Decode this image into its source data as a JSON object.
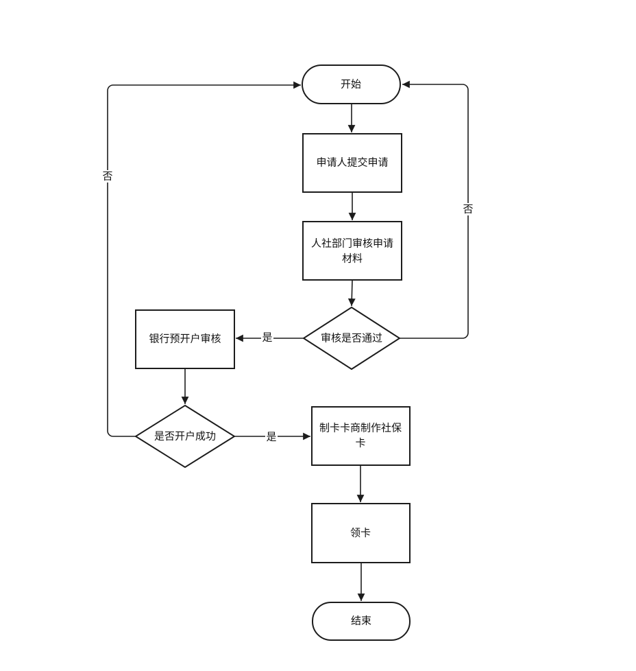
{
  "colors": {
    "bg": "#ffffff",
    "stroke": "#1c1c1c",
    "text": "#111111"
  },
  "diagram_type": "flowchart",
  "nodes": {
    "start": {
      "label": "开始"
    },
    "submit": {
      "label": "申请人提交申请"
    },
    "review": {
      "line1": "人社部门审核申请",
      "line2": "材料"
    },
    "decision_review": {
      "label": "审核是否通过"
    },
    "bank": {
      "label": "银行预开户审核"
    },
    "decision_account": {
      "label": "是否开户成功"
    },
    "make_card": {
      "line1": "制卡卡商制作社保",
      "line2": "卡"
    },
    "receive_card": {
      "label": "领卡"
    },
    "end": {
      "label": "结束"
    }
  },
  "edge_labels": {
    "review_yes": "是",
    "review_no": "否",
    "account_yes": "是",
    "account_no": "否"
  }
}
